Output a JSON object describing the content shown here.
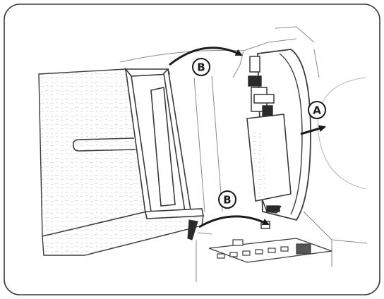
{
  "callouts": [
    {
      "id": "A",
      "label": "A"
    },
    {
      "id": "B1",
      "label": "B"
    },
    {
      "id": "B2",
      "label": "B"
    }
  ]
}
